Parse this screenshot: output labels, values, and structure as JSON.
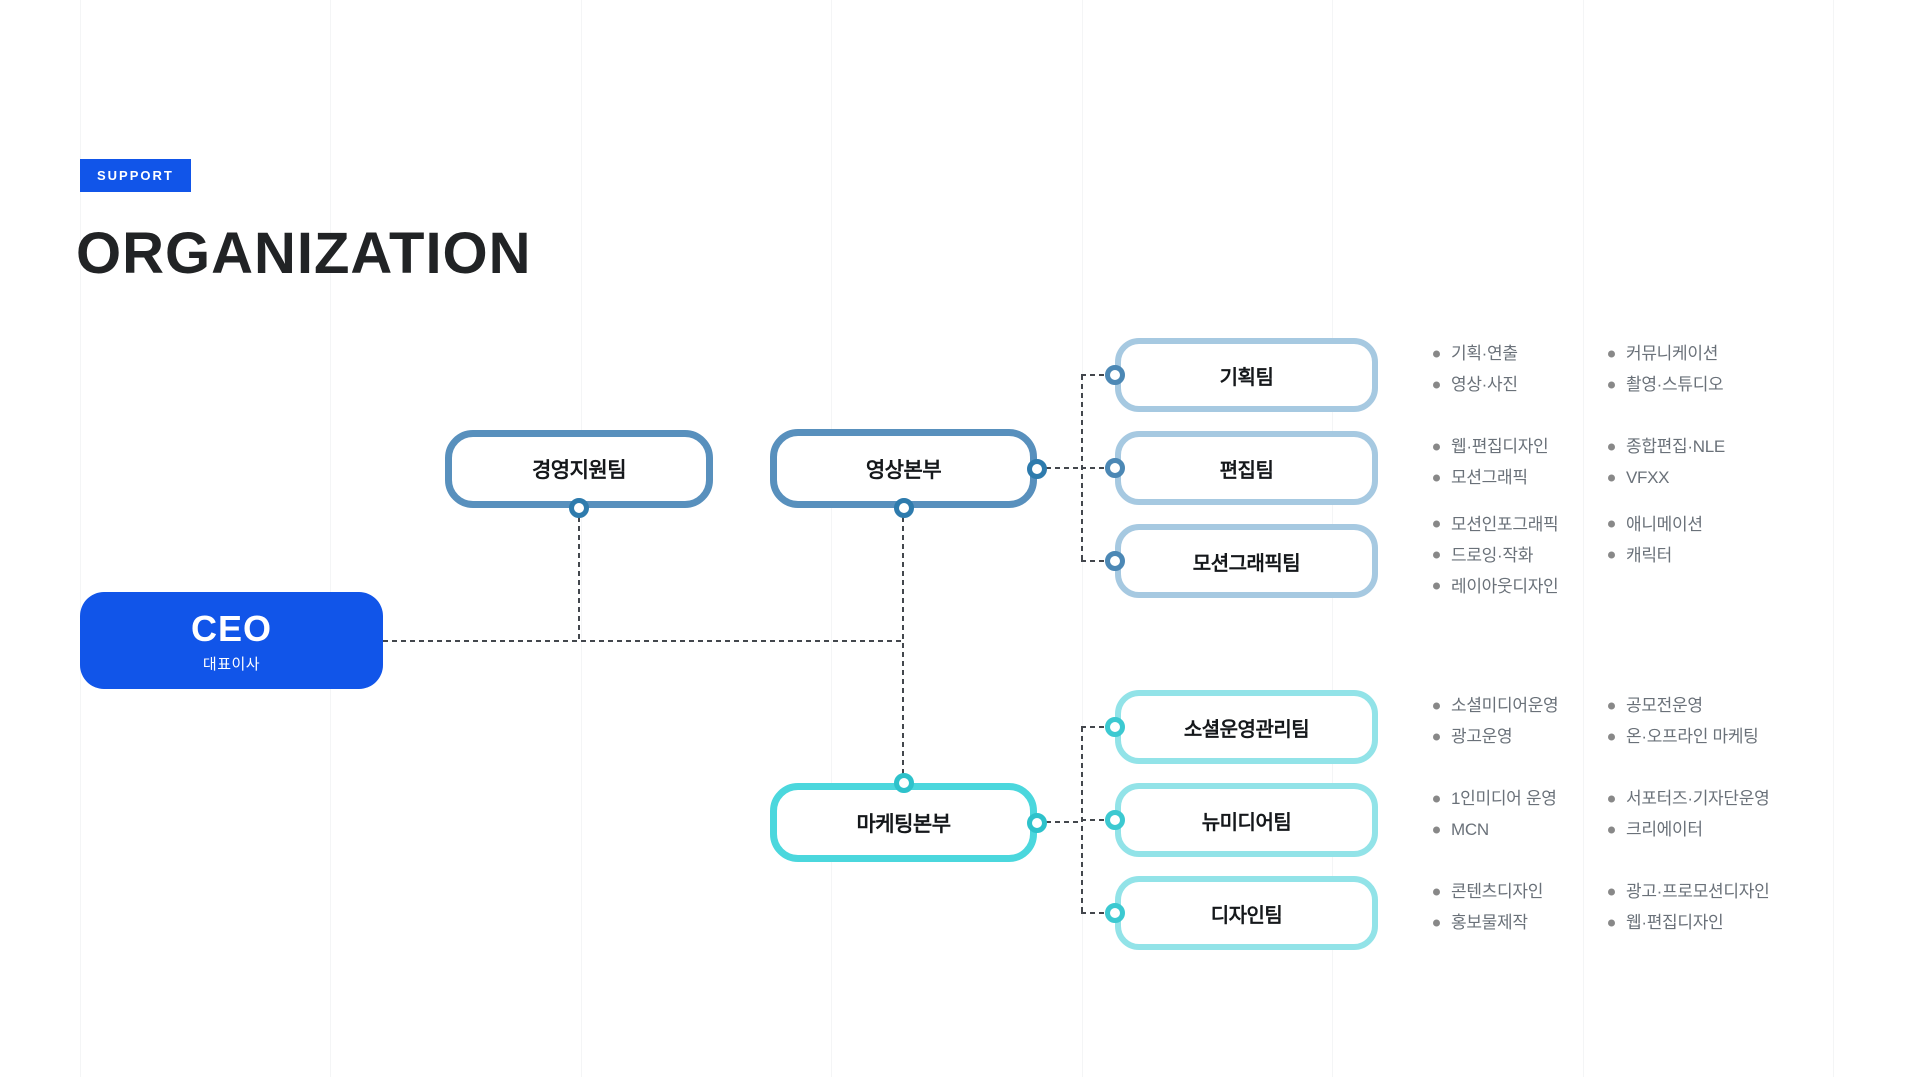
{
  "badge": {
    "label": "SUPPORT"
  },
  "title": "ORGANIZATION",
  "ceo": {
    "name": "CEO",
    "subtitle": "대표이사"
  },
  "support_team": {
    "label": "경영지원팀"
  },
  "divisions": [
    {
      "label": "영상본부",
      "teams": [
        {
          "label": "기획팀",
          "duties_col1": [
            "기획·연출",
            "영상·사진"
          ],
          "duties_col2": [
            "커뮤니케이션",
            "촬영·스튜디오"
          ]
        },
        {
          "label": "편집팀",
          "duties_col1": [
            "웹·편집디자인",
            "모션그래픽"
          ],
          "duties_col2": [
            "종합편집·NLE",
            "VFXX"
          ]
        },
        {
          "label": "모션그래픽팀",
          "duties_col1": [
            "모션인포그래픽",
            "드로잉·작화",
            "레이아웃디자인"
          ],
          "duties_col2": [
            "애니메이션",
            "캐릭터"
          ]
        }
      ]
    },
    {
      "label": "마케팅본부",
      "teams": [
        {
          "label": "소셜운영관리팀",
          "duties_col1": [
            "소셜미디어운영",
            "광고운영"
          ],
          "duties_col2": [
            "공모전운영",
            "온·오프라인 마케팅"
          ]
        },
        {
          "label": "뉴미디어팀",
          "duties_col1": [
            "1인미디어 운영",
            "MCN"
          ],
          "duties_col2": [
            "서포터즈·기자단운영",
            "크리에이터"
          ]
        },
        {
          "label": "디자인팀",
          "duties_col1": [
            "콘텐츠디자인",
            "홍보물제작"
          ],
          "duties_col2": [
            "광고·프로모션디자인",
            "웹·편집디자인"
          ]
        }
      ]
    }
  ],
  "colors": {
    "primary_blue": "#1155E9",
    "title_text": "#212325",
    "duty_text": "#6A7179",
    "division_blue_border": "#5890BD",
    "division_blue_dot": "#2E7BAD",
    "team_blue_border": "#A6C9E1",
    "team_blue_dot": "#4C88B5",
    "bullet_blue": "#34749E",
    "division_teal_border": "#4BD7DD",
    "division_teal_dot": "#2EC2CB",
    "team_teal_border": "#92E3E8",
    "team_teal_dot": "#3CC9D1",
    "bullet_teal": "#3BC6CC"
  }
}
